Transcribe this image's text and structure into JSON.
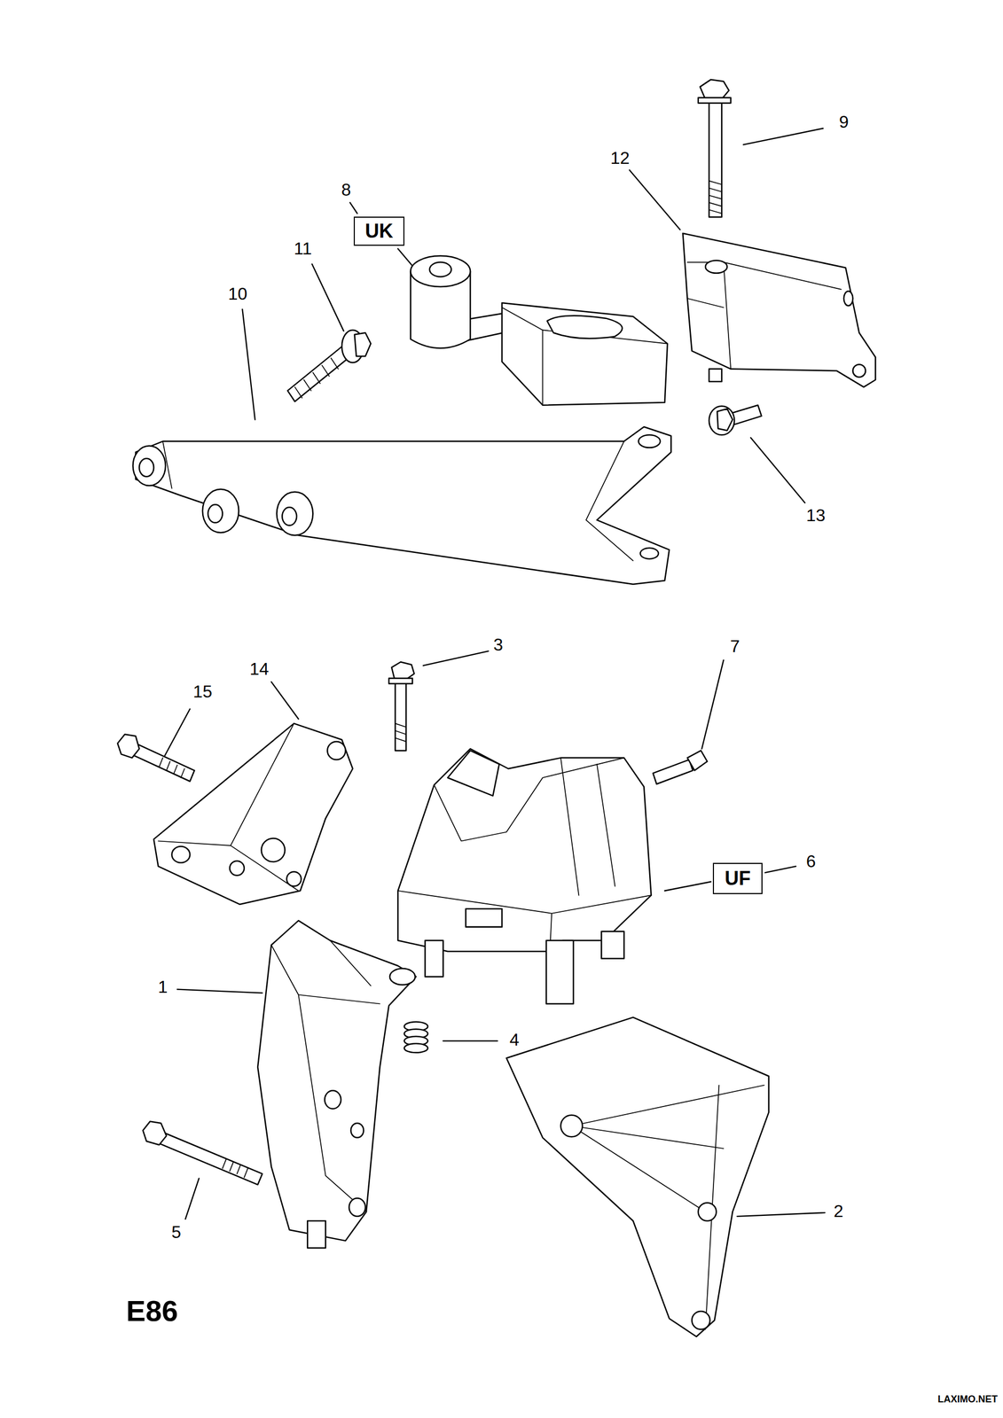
{
  "diagram": {
    "nodes": [
      {
        "text": [
          "UK"
        ]
      },
      {
        "text": [
          "UF"
        ]
      }
    ],
    "labels": [
      "9",
      "12",
      "8",
      "11",
      "10",
      "13",
      "3",
      "7",
      "14",
      "15",
      "6",
      "1",
      "4",
      "2",
      "5",
      "E86",
      "LAXIMO.NET"
    ]
  }
}
